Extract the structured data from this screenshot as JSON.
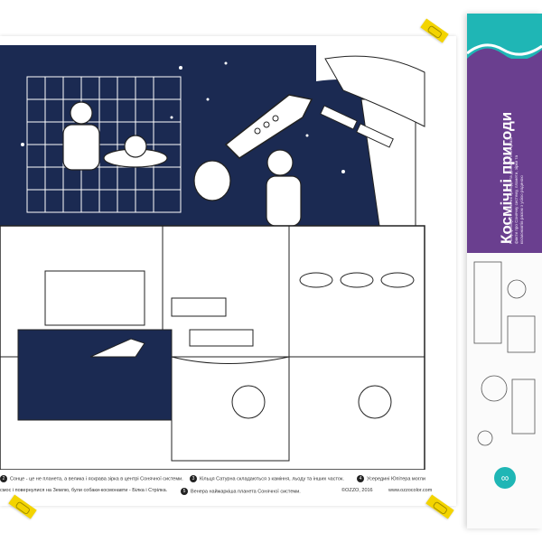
{
  "product": {
    "title": "Космічні пригоди",
    "description_lines": [
      "Розфарбовуйте космічні пригоди та дізнавайтеся цікаві",
      "факти про Сонячну систему, планети, зірки та",
      "космонавтів разом з усією родиною"
    ],
    "brand_icon": "infinity-logo-icon"
  },
  "poster": {
    "facts": [
      {
        "num": "2",
        "text": "Сонце - це не планета, а велика і яскрава зірка в центрі Сонячної системи."
      },
      {
        "num": "3",
        "text": "Кільця Сатурна складаються з каміння, льоду та інших часток."
      },
      {
        "num": "4",
        "text": "Усередині Юпітера могли"
      },
      {
        "num": "",
        "text": "смос і повернулися на Землю, були собаки-космонавти - Білка і Стрілка."
      },
      {
        "num": "5",
        "text": "Венера найжаркіша планета Сонячної системи."
      }
    ],
    "copyright": "©OZZO, 2016",
    "website": "www.ozzocolor.com"
  },
  "colors": {
    "space": "#1b2a52",
    "tape": "#f3d400",
    "box_teal": "#1fb6b5",
    "box_purple": "#6a3f8f",
    "line": "#222222"
  }
}
